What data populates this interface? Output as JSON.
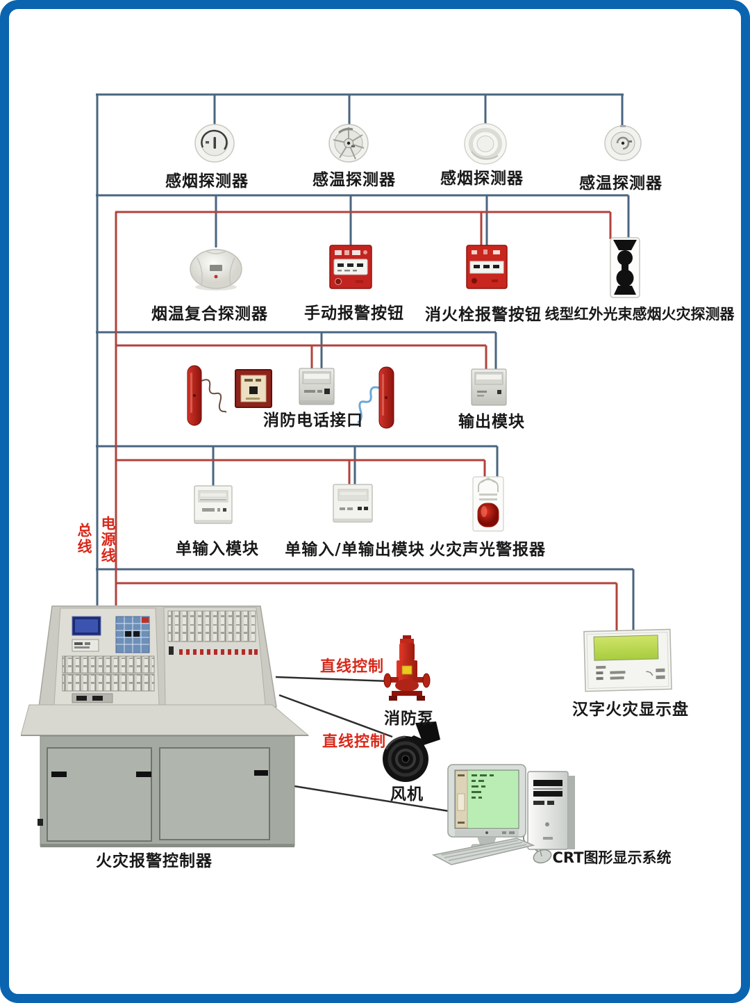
{
  "colors": {
    "frame_blue": "#0a64b0",
    "bus_wire": "#4a657f",
    "power_wire": "#b2423c",
    "control_wire": "#2d2d2d",
    "label_black": "#181818",
    "label_red": "#d8281a",
    "device_red": "#c32420",
    "lcd_green": "#b9edb3"
  },
  "labels": {
    "row1": [
      "感烟探测器",
      "感温探测器",
      "感烟探测器",
      "感温探测器"
    ],
    "row2": [
      "烟温复合探测器",
      "手动报警按钮",
      "消火栓报警按钮",
      "线型红外光束感烟火灾探测器"
    ],
    "row3": [
      "消防电话接口",
      "输出模块"
    ],
    "row4": [
      "单输入模块",
      "单输入/单输出模块",
      "火灾声光警报器"
    ],
    "bus": "总线",
    "power": "电源线",
    "controller": "火灾报警控制器",
    "direct_control_1": "直线控制",
    "direct_control_2": "直线控制",
    "pump": "消防泵",
    "fan": "风机",
    "display_panel": "汉字火灾显示盘",
    "crt": "CRT图形显示系统"
  }
}
